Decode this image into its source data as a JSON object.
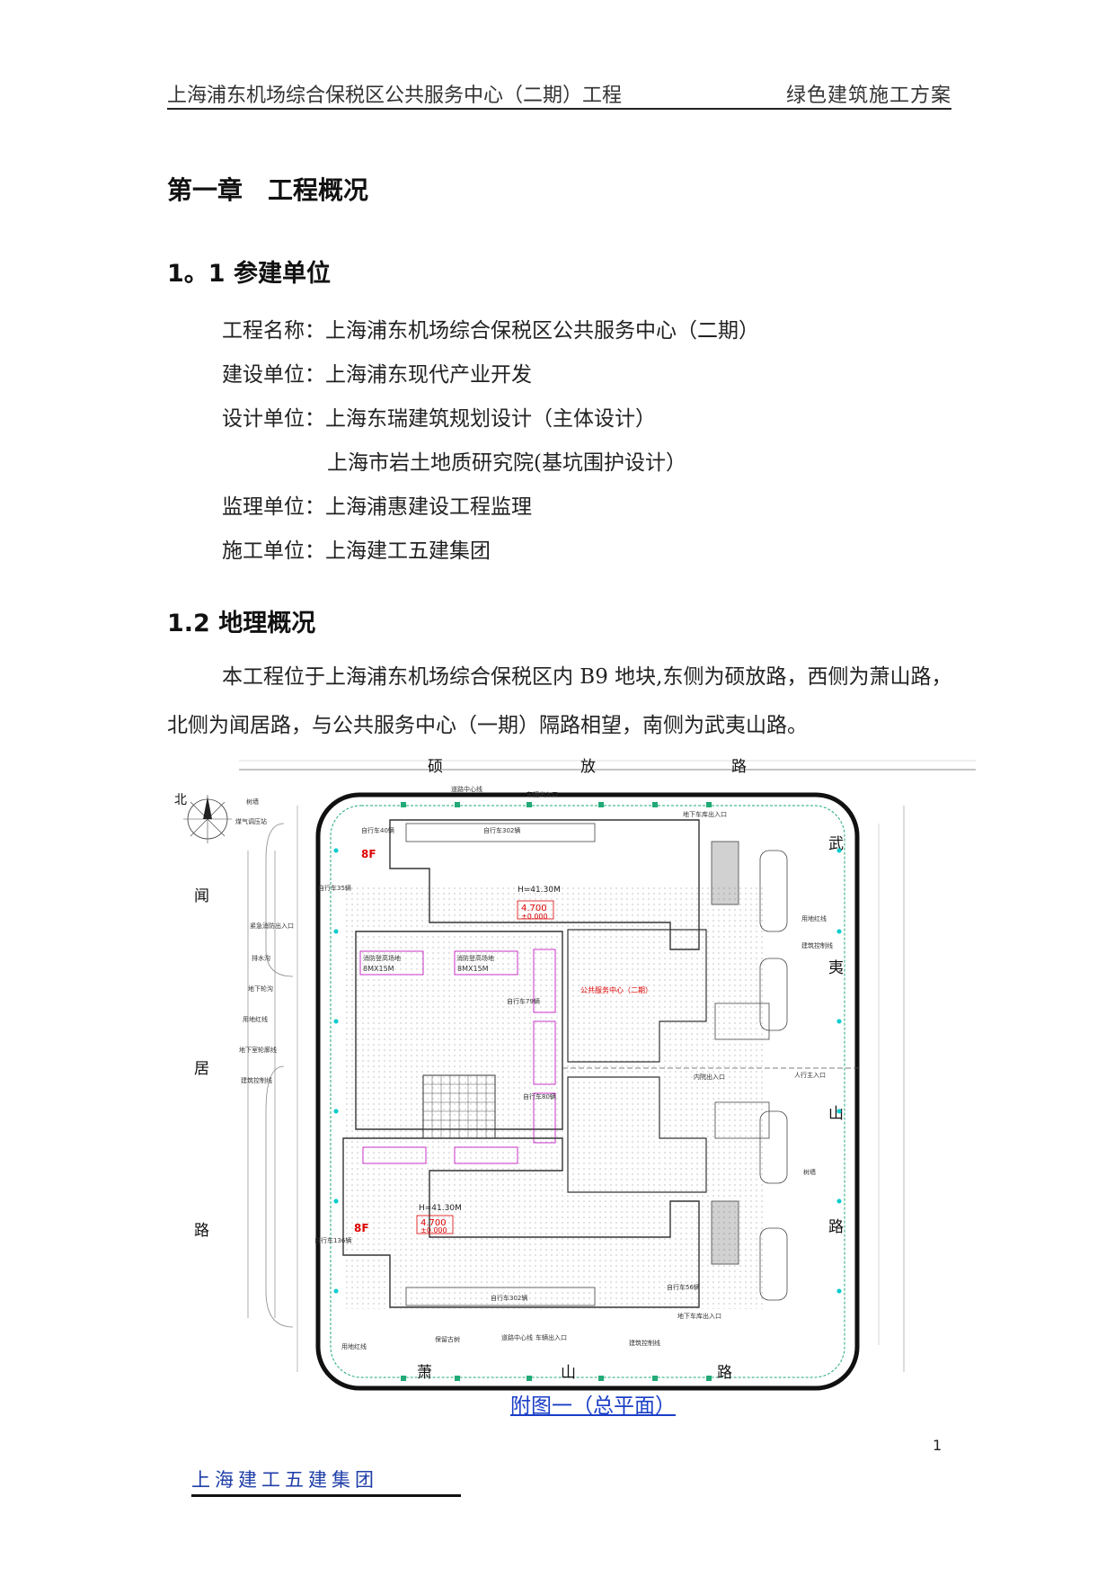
{
  "header": {
    "left": "上海浦东机场综合保税区公共服务中心（二期）工程",
    "right": "绿色建筑施工方案"
  },
  "chapter_title": "第一章　工程概况",
  "section1": {
    "title": "1。1 参建单位",
    "lines": [
      "工程名称：上海浦东机场综合保税区公共服务中心（二期）",
      "建设单位：上海浦东现代产业开发",
      "设计单位：上海东瑞建筑规划设计（主体设计）",
      "上海市岩土地质研究院(基坑围护设计）",
      "监理单位：上海浦惠建设工程监理",
      "施工单位：上海建工五建集团"
    ]
  },
  "section2": {
    "title": "1.2 地理概况",
    "paragraph": "本工程位于上海浦东机场综合保税区内 B9 地块,东侧为硕放路，西侧为萧山路，北侧为闻居路，与公共服务中心（一期）隔路相望，南侧为武夷山路。"
  },
  "figure": {
    "caption": "附图一（总平面）",
    "north": "北",
    "roads": {
      "top": [
        "硕",
        "放",
        "路"
      ],
      "bottom": [
        "萧",
        "山",
        "路"
      ],
      "left": [
        "闻",
        "居",
        "路"
      ],
      "right": [
        "武",
        "夷",
        "山",
        "路"
      ]
    },
    "building_north": {
      "floors": "8F",
      "height": "H=41.30M",
      "elev": "4.700",
      "elev_sub": "±0.000"
    },
    "building_south": {
      "floors": "8F",
      "height": "H=41.30M",
      "elev": "4.700",
      "elev_sub": "±0.000"
    },
    "center_label": "公共服务中心（二期）",
    "labels": [
      "树墙",
      "煤气调压站",
      "道路中心线",
      "车辆出入口",
      "紧急消防出入口",
      "排水沟",
      "地下轮沟",
      "用地红线",
      "地下室轮廓线",
      "建筑控制线",
      "自行车302辆",
      "自行车40辆",
      "自行车79辆",
      "自行车80辆",
      "自行车136辆",
      "自行车56辆",
      "自行车35辆",
      "消防登高场地",
      "8MX15M",
      "内院出入口",
      "人行主入口",
      "地下车库出入口",
      "保留古树"
    ]
  },
  "page_number": "1",
  "footer": {
    "company": "上海建工五建集团"
  }
}
